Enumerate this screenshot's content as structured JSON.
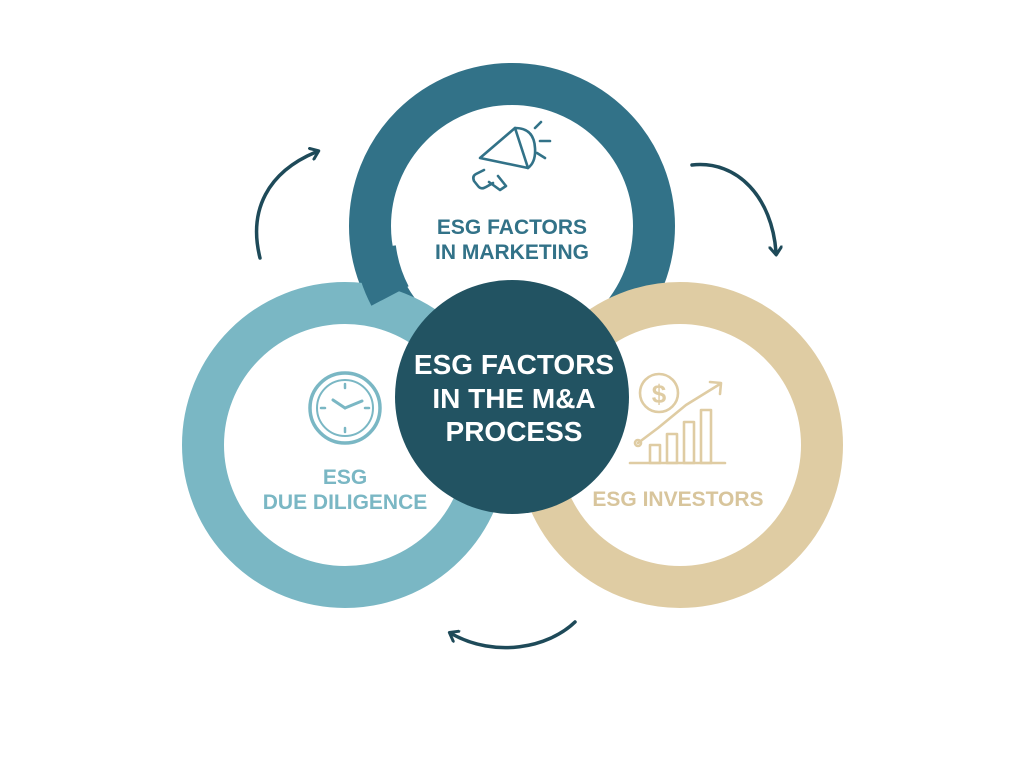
{
  "colors": {
    "marketing": "#327288",
    "due_diligence": "#7ab7c4",
    "investors": "#dfcca3",
    "center": "#225362",
    "arrows": "#1e4a59",
    "center_text": "#ffffff"
  },
  "center": {
    "line1": "ESG FACTORS",
    "line2": "IN THE M&A",
    "line3": "PROCESS"
  },
  "marketing": {
    "line1": "ESG FACTORS",
    "line2": "IN MARKETING",
    "icon": "megaphone-icon"
  },
  "due_diligence": {
    "line1": "ESG",
    "line2": "DUE DILIGENCE",
    "icon": "clock-icon"
  },
  "investors": {
    "line1": "ESG INVESTORS",
    "icon": "dollar-growth-chart-icon",
    "icon_symbol": "$"
  }
}
